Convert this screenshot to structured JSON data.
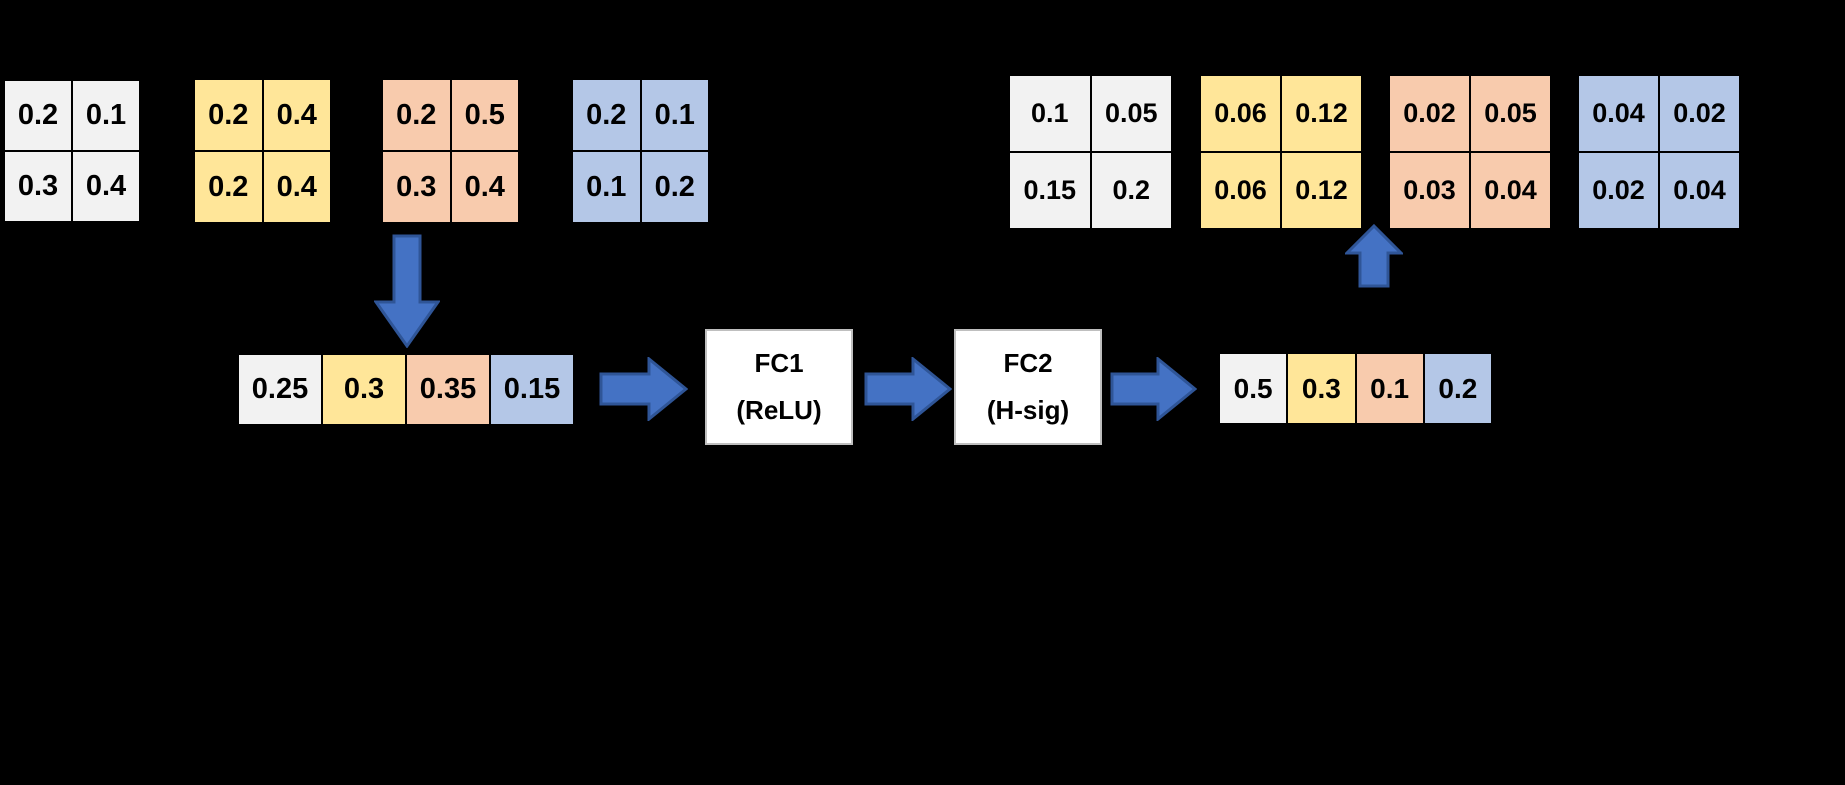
{
  "palette": {
    "background": "#000000",
    "channel_gray": "#F2F2F2",
    "channel_yellow": "#FFE699",
    "channel_orange": "#F8CBAD",
    "channel_blue": "#B4C7E7",
    "cell_border": "#000000",
    "arrow_fill": "#4472C4",
    "arrow_stroke": "#2F5597",
    "fc_box_fill": "#FFFFFF",
    "text": "#000000"
  },
  "icons": {
    "down_arrow": "down-arrow",
    "up_arrow": "up-arrow",
    "right_arrow": "right-arrow"
  },
  "input_maps": [
    {
      "channel": "gray",
      "rows": [
        [
          "0.2",
          "0.1"
        ],
        [
          "0.3",
          "0.4"
        ]
      ]
    },
    {
      "channel": "yellow",
      "rows": [
        [
          "0.2",
          "0.4"
        ],
        [
          "0.2",
          "0.4"
        ]
      ]
    },
    {
      "channel": "orange",
      "rows": [
        [
          "0.2",
          "0.5"
        ],
        [
          "0.3",
          "0.4"
        ]
      ]
    },
    {
      "channel": "blue",
      "rows": [
        [
          "0.2",
          "0.1"
        ],
        [
          "0.1",
          "0.2"
        ]
      ]
    }
  ],
  "output_maps": [
    {
      "channel": "gray",
      "rows": [
        [
          "0.1",
          "0.05"
        ],
        [
          "0.15",
          "0.2"
        ]
      ]
    },
    {
      "channel": "yellow",
      "rows": [
        [
          "0.06",
          "0.12"
        ],
        [
          "0.06",
          "0.12"
        ]
      ]
    },
    {
      "channel": "orange",
      "rows": [
        [
          "0.02",
          "0.05"
        ],
        [
          "0.03",
          "0.04"
        ]
      ]
    },
    {
      "channel": "blue",
      "rows": [
        [
          "0.04",
          "0.02"
        ],
        [
          "0.02",
          "0.04"
        ]
      ]
    }
  ],
  "pooled_vector": {
    "cells": [
      {
        "channel": "gray",
        "value": "0.25"
      },
      {
        "channel": "yellow",
        "value": "0.3"
      },
      {
        "channel": "orange",
        "value": "0.35"
      },
      {
        "channel": "blue",
        "value": "0.15"
      }
    ]
  },
  "attention_vector": {
    "cells": [
      {
        "channel": "gray",
        "value": "0.5"
      },
      {
        "channel": "yellow",
        "value": "0.3"
      },
      {
        "channel": "orange",
        "value": "0.1"
      },
      {
        "channel": "blue",
        "value": "0.2"
      }
    ]
  },
  "fc1_box": {
    "line1": "FC1",
    "line2": "(ReLU)"
  },
  "fc2_box": {
    "line1": "FC2",
    "line2": "(H-sig)"
  }
}
